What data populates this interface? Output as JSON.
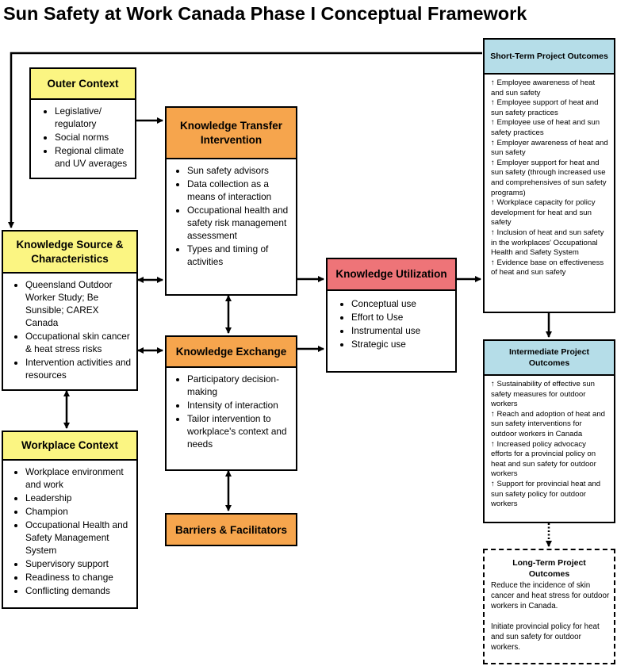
{
  "title": "Sun Safety at Work Canada Phase I Conceptual Framework",
  "outer_context": {
    "title": "Outer Context",
    "items": [
      "Legislative/ regulatory",
      "Social norms",
      "Regional climate and UV averages"
    ]
  },
  "knowledge_transfer": {
    "title": "Knowledge Transfer Intervention",
    "items": [
      "Sun safety advisors",
      "Data collection as a means of interaction",
      "Occupational health and safety risk management assessment",
      "Types and timing of activities"
    ]
  },
  "knowledge_source": {
    "title": "Knowledge Source & Characteristics",
    "items": [
      "Queensland Outdoor Worker Study; Be Sunsible; CAREX Canada",
      "Occupational skin cancer & heat stress risks",
      "Intervention activities and resources"
    ]
  },
  "knowledge_utilization": {
    "title": "Knowledge Utilization",
    "items": [
      "Conceptual use",
      "Effort to Use",
      "Instrumental use",
      "Strategic  use"
    ]
  },
  "knowledge_exchange": {
    "title": "Knowledge Exchange",
    "items": [
      "Participatory decision-making",
      "Intensity of interaction",
      "Tailor intervention to workplace's context and needs"
    ]
  },
  "workplace_context": {
    "title": "Workplace Context",
    "items": [
      "Workplace environment and work",
      "Leadership",
      "Champion",
      "Occupational Health and Safety Management System",
      "Supervisory support",
      "Readiness to change",
      "Conflicting demands"
    ]
  },
  "barriers": {
    "title": "Barriers & Facilitators"
  },
  "short_term": {
    "title": "Short-Term Project Outcomes",
    "items": [
      "↑ Employee awareness of heat and sun safety",
      "↑ Employee support of heat and sun safety practices",
      "↑ Employee use of heat and sun safety practices",
      "↑ Employer awareness of heat and sun safety",
      "↑ Employer support for heat and sun safety (through increased use and comprehensives of sun safety programs)",
      "↑ Workplace capacity for policy development for heat and sun safety",
      "↑ Inclusion of heat and sun safety in the workplaces' Occupational Health and Safety System",
      "↑ Evidence base on effectiveness of heat and sun safety"
    ]
  },
  "intermediate": {
    "title": "Intermediate Project Outcomes",
    "items": [
      "↑ Sustainability of effective sun safety measures for outdoor workers",
      "↑ Reach and adoption of heat and sun safety interventions for outdoor workers in Canada",
      "↑ Increased policy advocacy efforts for a provincial policy on heat and sun safety for outdoor workers",
      "↑ Support for provincial heat and sun safety policy for outdoor workers"
    ]
  },
  "long_term": {
    "title": "Long-Term Project Outcomes",
    "text1": "Reduce the incidence of skin cancer and heat stress for outdoor workers in Canada.",
    "text2": "Initiate provincial policy for heat and sun safety for outdoor workers."
  },
  "colors": {
    "yellow": "#fbf582",
    "orange": "#f6a54d",
    "red": "#ee7478",
    "blue": "#b5dde8"
  }
}
